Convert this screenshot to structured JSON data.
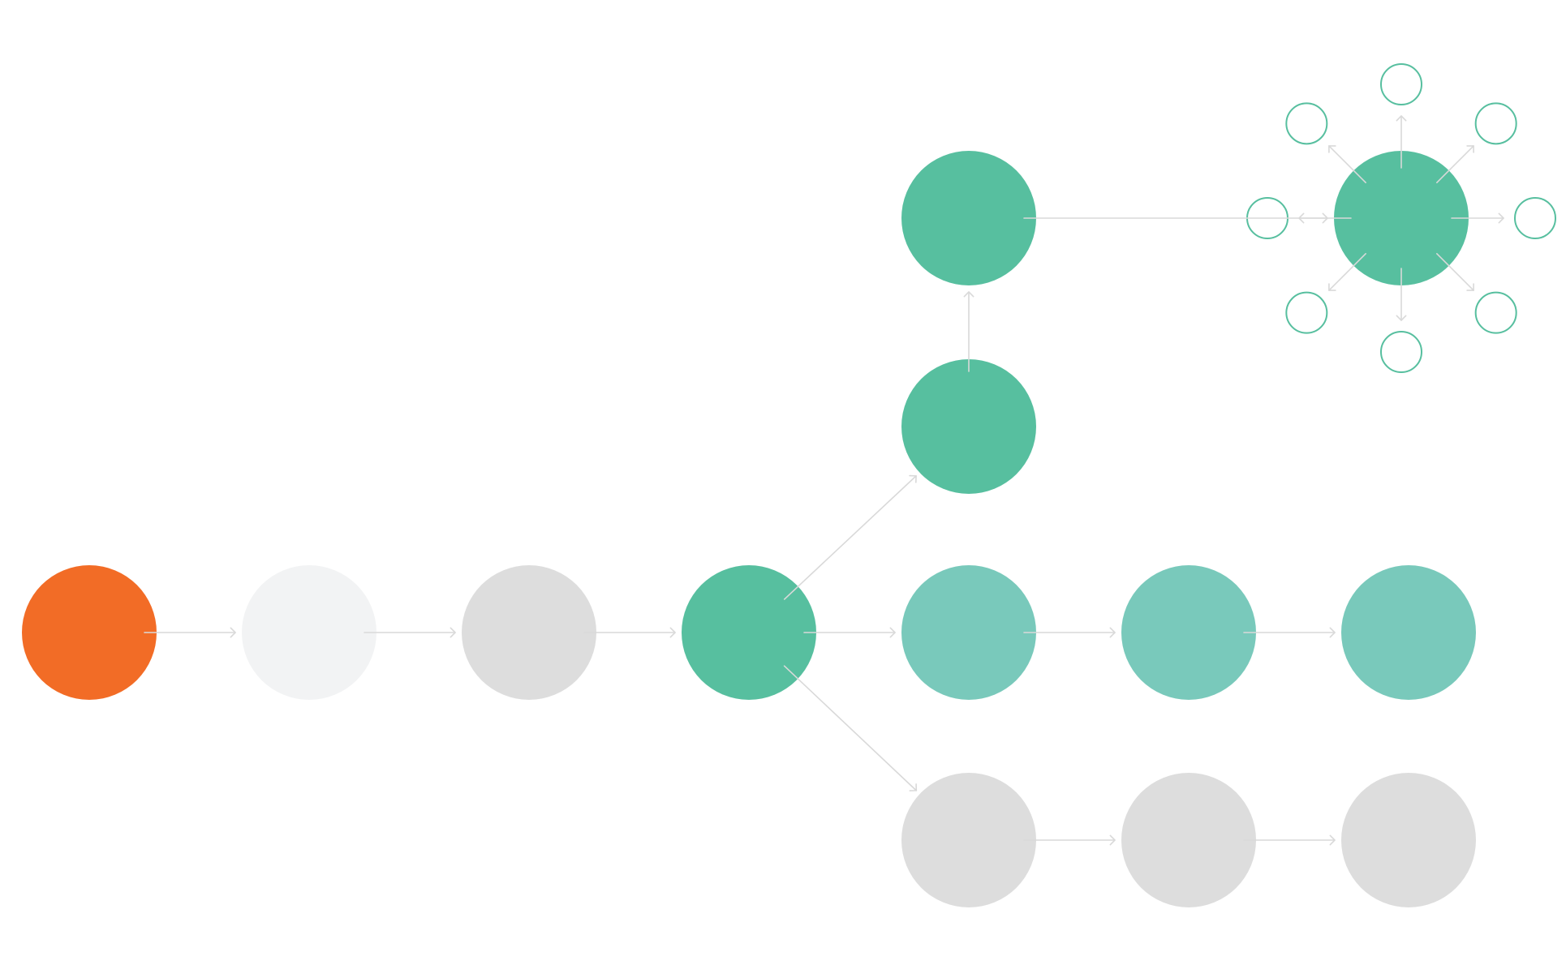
{
  "colors": {
    "orange": "#F26C26",
    "green": "#57BF9F",
    "teal": "#79C9BB",
    "gray": "#DDDDDD",
    "light_gray": "#F2F3F4",
    "arrow": "#D9D9D9",
    "ring": "#57BF9F"
  },
  "nodes": [
    {
      "id": "start",
      "color": "orange",
      "kind": "circle"
    },
    {
      "id": "n2",
      "color": "light_gray",
      "kind": "circle"
    },
    {
      "id": "n3",
      "color": "gray",
      "kind": "circle"
    },
    {
      "id": "branch",
      "color": "green",
      "kind": "circle"
    },
    {
      "id": "up1",
      "color": "green",
      "kind": "circle"
    },
    {
      "id": "up2",
      "color": "green",
      "kind": "circle"
    },
    {
      "id": "hub",
      "color": "green",
      "kind": "circle"
    },
    {
      "id": "mid1",
      "color": "teal",
      "kind": "circle"
    },
    {
      "id": "mid2",
      "color": "teal",
      "kind": "circle"
    },
    {
      "id": "mid3",
      "color": "teal",
      "kind": "circle"
    },
    {
      "id": "low1",
      "color": "gray",
      "kind": "circle"
    },
    {
      "id": "low2",
      "color": "gray",
      "kind": "circle"
    },
    {
      "id": "low3",
      "color": "gray",
      "kind": "circle"
    },
    {
      "id": "ring-n",
      "color": "ring",
      "kind": "ring"
    },
    {
      "id": "ring-ne",
      "color": "ring",
      "kind": "ring"
    },
    {
      "id": "ring-e",
      "color": "ring",
      "kind": "ring"
    },
    {
      "id": "ring-se",
      "color": "ring",
      "kind": "ring"
    },
    {
      "id": "ring-s",
      "color": "ring",
      "kind": "ring"
    },
    {
      "id": "ring-sw",
      "color": "ring",
      "kind": "ring"
    },
    {
      "id": "ring-w",
      "color": "ring",
      "kind": "ring"
    },
    {
      "id": "ring-nw",
      "color": "ring",
      "kind": "ring"
    }
  ],
  "edges": [
    {
      "from": "start",
      "to": "n2"
    },
    {
      "from": "n2",
      "to": "n3"
    },
    {
      "from": "n3",
      "to": "branch"
    },
    {
      "from": "branch",
      "to": "up1"
    },
    {
      "from": "branch",
      "to": "mid1"
    },
    {
      "from": "branch",
      "to": "low1"
    },
    {
      "from": "up1",
      "to": "up2"
    },
    {
      "from": "up2",
      "to": "hub"
    },
    {
      "from": "mid1",
      "to": "mid2"
    },
    {
      "from": "mid2",
      "to": "mid3"
    },
    {
      "from": "low1",
      "to": "low2"
    },
    {
      "from": "low2",
      "to": "low3"
    },
    {
      "from": "hub",
      "to": "ring-n"
    },
    {
      "from": "hub",
      "to": "ring-ne"
    },
    {
      "from": "hub",
      "to": "ring-e"
    },
    {
      "from": "hub",
      "to": "ring-se"
    },
    {
      "from": "hub",
      "to": "ring-s"
    },
    {
      "from": "hub",
      "to": "ring-sw"
    },
    {
      "from": "hub",
      "to": "ring-w"
    },
    {
      "from": "hub",
      "to": "ring-nw"
    }
  ]
}
